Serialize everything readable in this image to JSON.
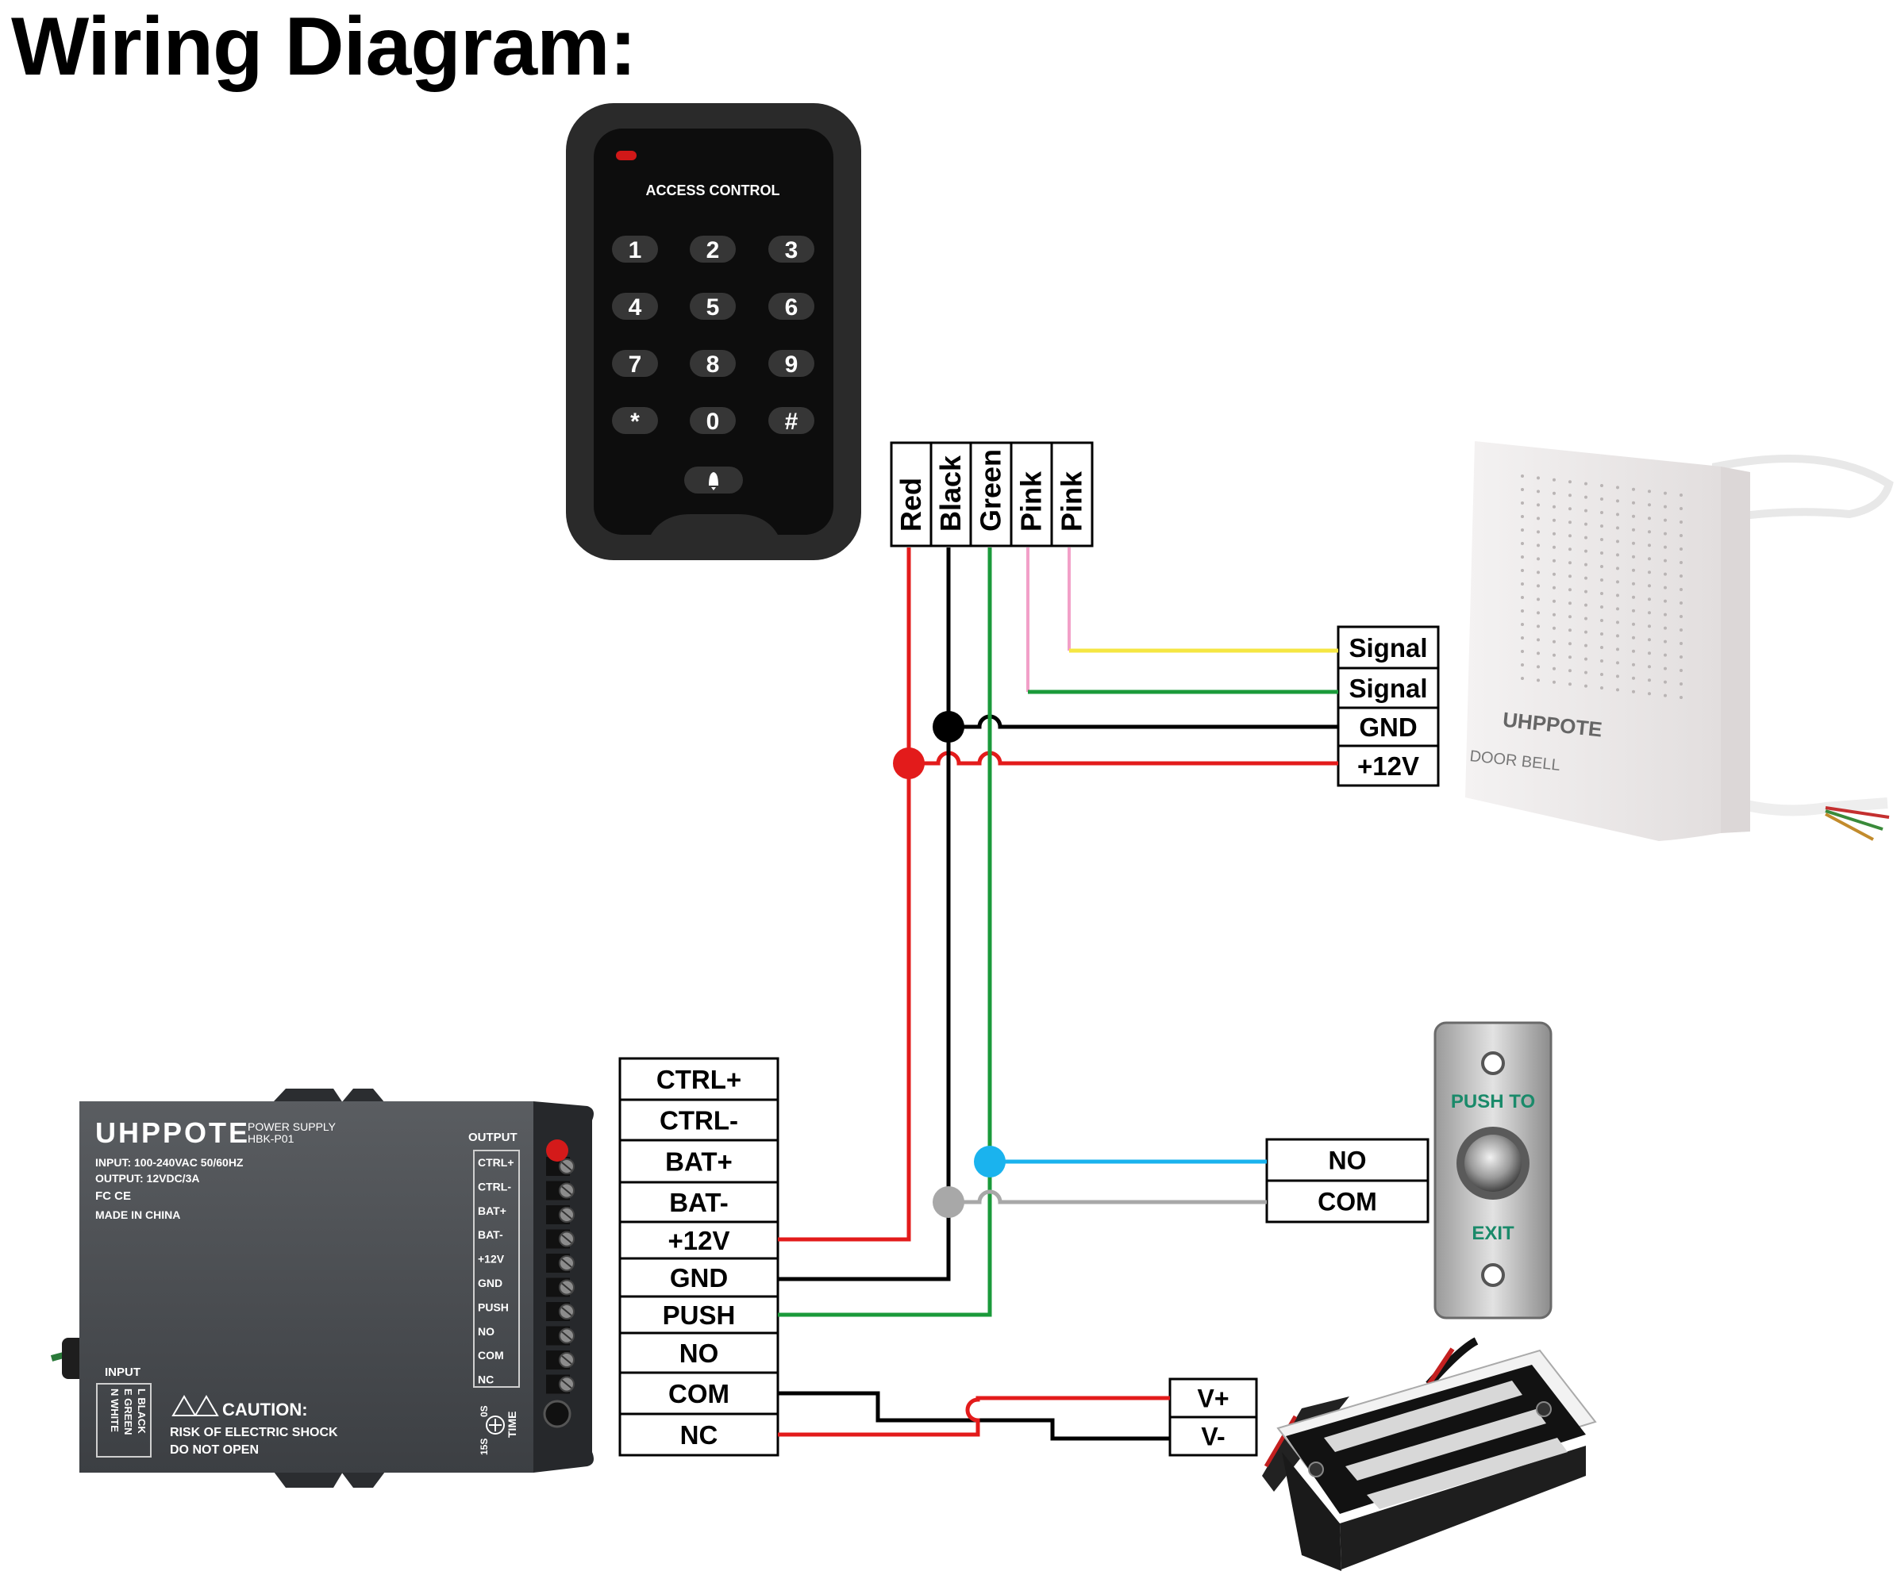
{
  "title": "Wiring Diagram:",
  "keypad": {
    "label": "ACCESS CONTROL",
    "keys": [
      "1",
      "2",
      "3",
      "4",
      "5",
      "6",
      "7",
      "8",
      "9",
      "*",
      "0",
      "#"
    ]
  },
  "wire_header": {
    "labels": [
      "Red",
      "Black",
      "Green",
      "Pink",
      "Pink"
    ]
  },
  "doorbell": {
    "terminals": [
      "Signal",
      "Signal",
      "GND",
      "+12V"
    ],
    "brand": "UHPPOTE",
    "caption": "DOOR BELL"
  },
  "power_supply": {
    "brand": "UHPPOTE",
    "subtitle_1": "POWER SUPPLY",
    "subtitle_2": "HBK-P01",
    "input_line": "INPUT:    100-240VAC 50/60HZ",
    "output_line": "OUTPUT: 12VDC/3A",
    "cert_line": "FC CE",
    "made_in": "MADE IN CHINA",
    "output_heading": "OUTPUT",
    "output_labels": [
      "CTRL+",
      "CTRL-",
      "BAT+",
      "BAT-",
      "+12V",
      "GND",
      "PUSH",
      "NO",
      "COM",
      "NC"
    ],
    "input_heading": "INPUT",
    "input_legend": [
      "L BLACK",
      "E GREEN",
      "N WHITE"
    ],
    "caution_title": "CAUTION:",
    "caution_line1": "RISK OF ELECTRIC SHOCK",
    "caution_line2": "DO NOT OPEN",
    "time_label": "TIME",
    "time_min": "0S",
    "time_max": "15S",
    "terminals": [
      "CTRL+",
      "CTRL-",
      "BAT+",
      "BAT-",
      "+12V",
      "GND",
      "PUSH",
      "NO",
      "COM",
      "NC"
    ]
  },
  "exit_button": {
    "terminals": [
      "NO",
      "COM"
    ],
    "top_text": "PUSH TO",
    "bottom_text": "EXIT"
  },
  "lock": {
    "terminals": [
      "V+",
      "V-"
    ]
  },
  "colors": {
    "red": "#e31b1b",
    "black": "#000000",
    "green": "#1a9a3a",
    "pink": "#f2a0c8",
    "yellow": "#f5e642",
    "blue": "#1ab3ee",
    "gray": "#a8a8a8"
  }
}
